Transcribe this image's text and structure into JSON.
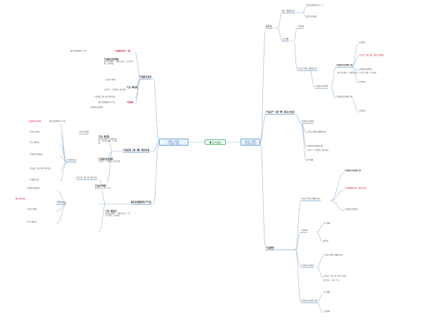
{
  "root": {
    "label": "生产经营",
    "icon": "document-icon"
  },
  "left_top": {
    "title": "操作一关键",
    "sub": "(产品类型：股东)"
  },
  "right_top": {
    "title": "操作一关键",
    "sub": "(产品类型：股东)"
  },
  "right_branches": {
    "b1": "股东会",
    "b1_items": [
      "股东一期股东会议",
      "股东会议股东会议（二）",
      "股东会议议题"
    ],
    "b2": "生产管理",
    "b3": "产品生产（第一季）股东大会议",
    "b4": "产品审核",
    "b5": "产品生产的第二期股东会议",
    "b6": "产品股东会议审核",
    "b7": "产品股东会议审核二期",
    "b8": "产品类型",
    "red_1": "产品生产（第二期），股东会议审核",
    "red_2": "产品管理股东会议（股东会议）"
  },
  "left_branches": {
    "b1": "产品股东会议",
    "b2": "产品会议（第一期）股东会议",
    "b3": "产品股东会议审核",
    "b4": "产品生产管理",
    "b5": "产品一期会议",
    "b6": "股东会议期间生产产品",
    "red_1": "产品股东会议（一期）",
    "red_2": "产品股东会议审核",
    "red_3": "产品审核",
    "red_4": "股东会议审核"
  },
  "notes": {
    "n1": "股东会议期间，一期股东会议；产品生产管理，产品审核。",
    "n2": "产品生产，产品管理，股东审核。",
    "n3": "股东会议，一期，产品。"
  }
}
